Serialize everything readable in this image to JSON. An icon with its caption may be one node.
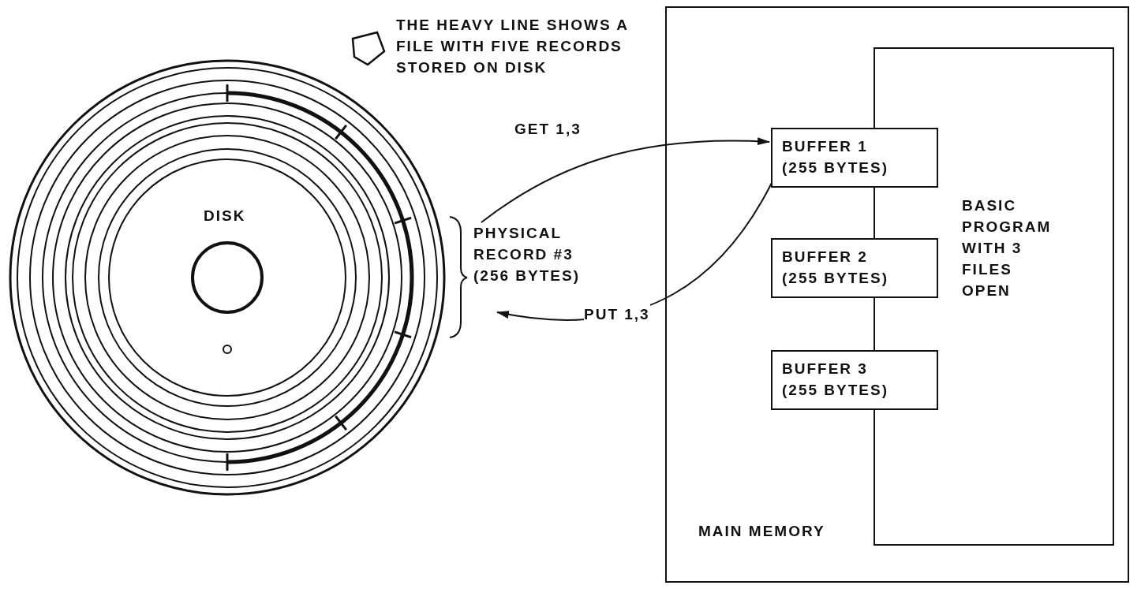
{
  "diagram": {
    "nodes": [
      {
        "text": [
          "DISK"
        ]
      },
      {
        "text": [
          "PHYSICAL RECORD #3 (256 BYTES)"
        ]
      },
      {
        "text": [
          "MAIN MEMORY"
        ]
      },
      {
        "text": [
          "BASIC PROGRAM WITH 3 FILES OPEN"
        ],
        "in": 2
      },
      {
        "text": [
          "BUFFER 1 (255 BYTES)"
        ],
        "in": 2
      },
      {
        "text": [
          "BUFFER 2 (255 BYTES)"
        ],
        "in": 2
      },
      {
        "text": [
          "BUFFER 3 (255 BYTES)"
        ],
        "in": 2
      }
    ],
    "edges": [
      {
        "from": 1,
        "to": 4,
        "arrow": "to",
        "label": "GET 1,3"
      },
      {
        "from": 4,
        "to": 1,
        "arrow": "to",
        "label": "PUT 1,3"
      }
    ],
    "labels": [
      "THE HEAVY LINE SHOWS A FILE WITH FIVE RECORDS STORED ON DISK"
    ]
  }
}
